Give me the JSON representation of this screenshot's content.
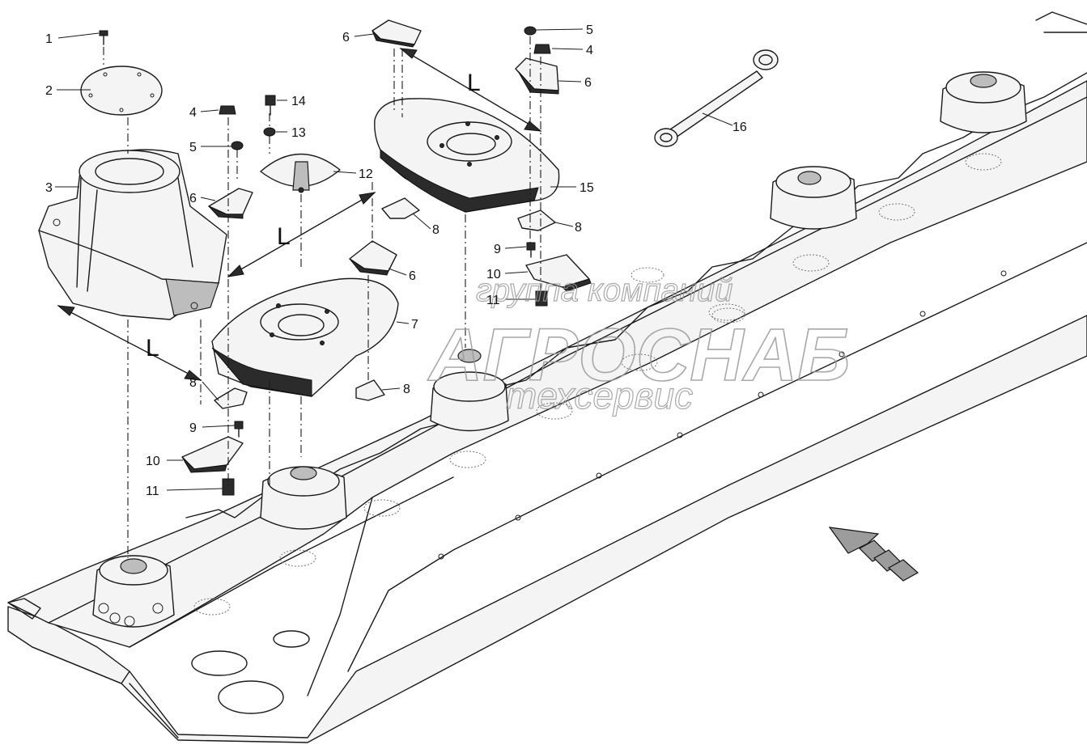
{
  "callouts": {
    "c1": "1",
    "c2": "2",
    "c3": "3",
    "c4a": "4",
    "c5a": "5",
    "c6a": "6",
    "c14": "14",
    "c13": "13",
    "c12": "12",
    "c6b": "6",
    "c6c": "6",
    "c6d": "6",
    "c5b": "5",
    "c4b": "4",
    "c15": "15",
    "c16": "16",
    "c8a": "8",
    "c8b": "8",
    "c8c": "8",
    "c8d": "8",
    "c9a": "9",
    "c9b": "9",
    "c10a": "10",
    "c10b": "10",
    "c11a": "11",
    "c11b": "11",
    "c7": "7"
  },
  "dimension_labels": {
    "l1": "L",
    "l2": "L",
    "l3": "L"
  },
  "watermark": {
    "line1": "группа компаний",
    "line2": "АГРОСНАБ",
    "line3": "техсервис"
  }
}
